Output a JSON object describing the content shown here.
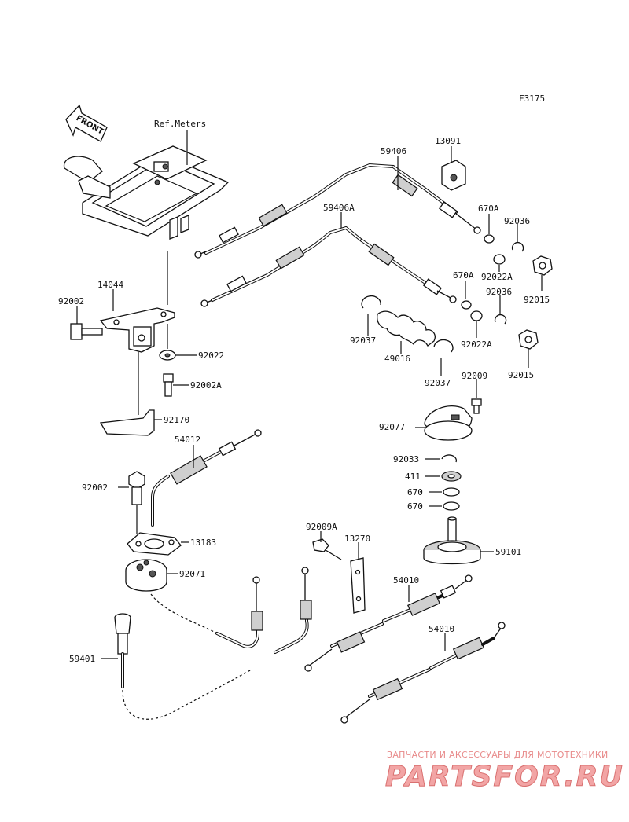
{
  "figure_code": "F3175",
  "front_label": "FRONT",
  "ref_meters_label": "Ref.Meters",
  "labels": {
    "l59406": "59406",
    "l13091": "13091",
    "l670A_a": "670A",
    "l92036_a": "92036",
    "l59406A": "59406A",
    "l670A_b": "670A",
    "l92022A_a": "92022A",
    "l92015_a": "92015",
    "l92036_b": "92036",
    "l14044": "14044",
    "l92002_a": "92002",
    "l92037_a": "92037",
    "l92022A_b": "92022A",
    "l92015_b": "92015",
    "l49016": "49016",
    "l92022": "92022",
    "l92037_b": "92037",
    "l92009": "92009",
    "l92002A": "92002A",
    "l92170": "92170",
    "l92077": "92077",
    "l54012": "54012",
    "l92033": "92033",
    "l411": "411",
    "l92002_b": "92002",
    "l670_a": "670",
    "l670_b": "670",
    "l92009A": "92009A",
    "l13270": "13270",
    "l13183": "13183",
    "l59101": "59101",
    "l92071": "92071",
    "l54010_a": "54010",
    "l54010_b": "54010",
    "l59401": "59401"
  },
  "watermark": {
    "tagline": "ЗАПЧАСТИ И АКСЕССУАРЫ ДЛЯ МОТОТЕХНИКИ",
    "brand": "PARTSFOR.RU"
  }
}
